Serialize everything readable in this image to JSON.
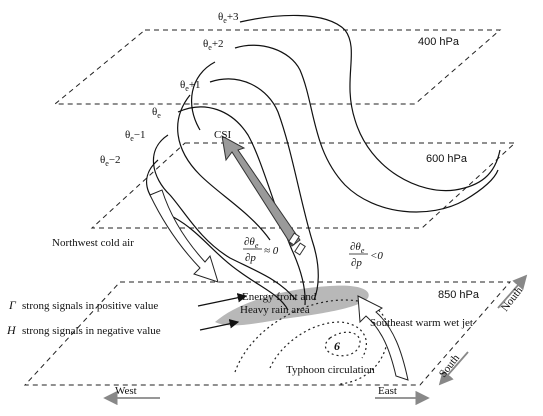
{
  "levels": {
    "upper": "400  hPa",
    "middle": "600  hPa",
    "lower": "850  hPa"
  },
  "theta_lines": [
    {
      "base": "θ",
      "sub": "e",
      "suffix": "+3"
    },
    {
      "base": "θ",
      "sub": "e",
      "suffix": "+2"
    },
    {
      "base": "θ",
      "sub": "e",
      "suffix": "+1"
    },
    {
      "base": "θ",
      "sub": "e",
      "suffix": ""
    },
    {
      "base": "θ",
      "sub": "e",
      "suffix": "−1"
    },
    {
      "base": "θ",
      "sub": "e",
      "suffix": "−2"
    }
  ],
  "labels": {
    "csi": "CSI",
    "northwest_cold_air": "Northwest cold air",
    "energy_front_line1": "Energy front and",
    "energy_front_line2": "Heavy rain area",
    "southeast_jet": "Southeast warm wet jet",
    "typhoon_circulation": "Typhoon circulation",
    "gamma_symbol": "Γ",
    "gamma_text": "strong signals in positive value",
    "h_symbol": "H",
    "h_text": "strong signals in negative value",
    "west": "West",
    "east": "East",
    "north": "Nouth",
    "south": "South",
    "typhoon_symbol": "6"
  },
  "fractions": {
    "left": {
      "num": "∂θ",
      "num_sub": "e",
      "den": "∂p",
      "rel": "≈ 0"
    },
    "right": {
      "num": "∂θ",
      "num_sub": "e",
      "den": "∂p",
      "rel": "<0"
    }
  }
}
